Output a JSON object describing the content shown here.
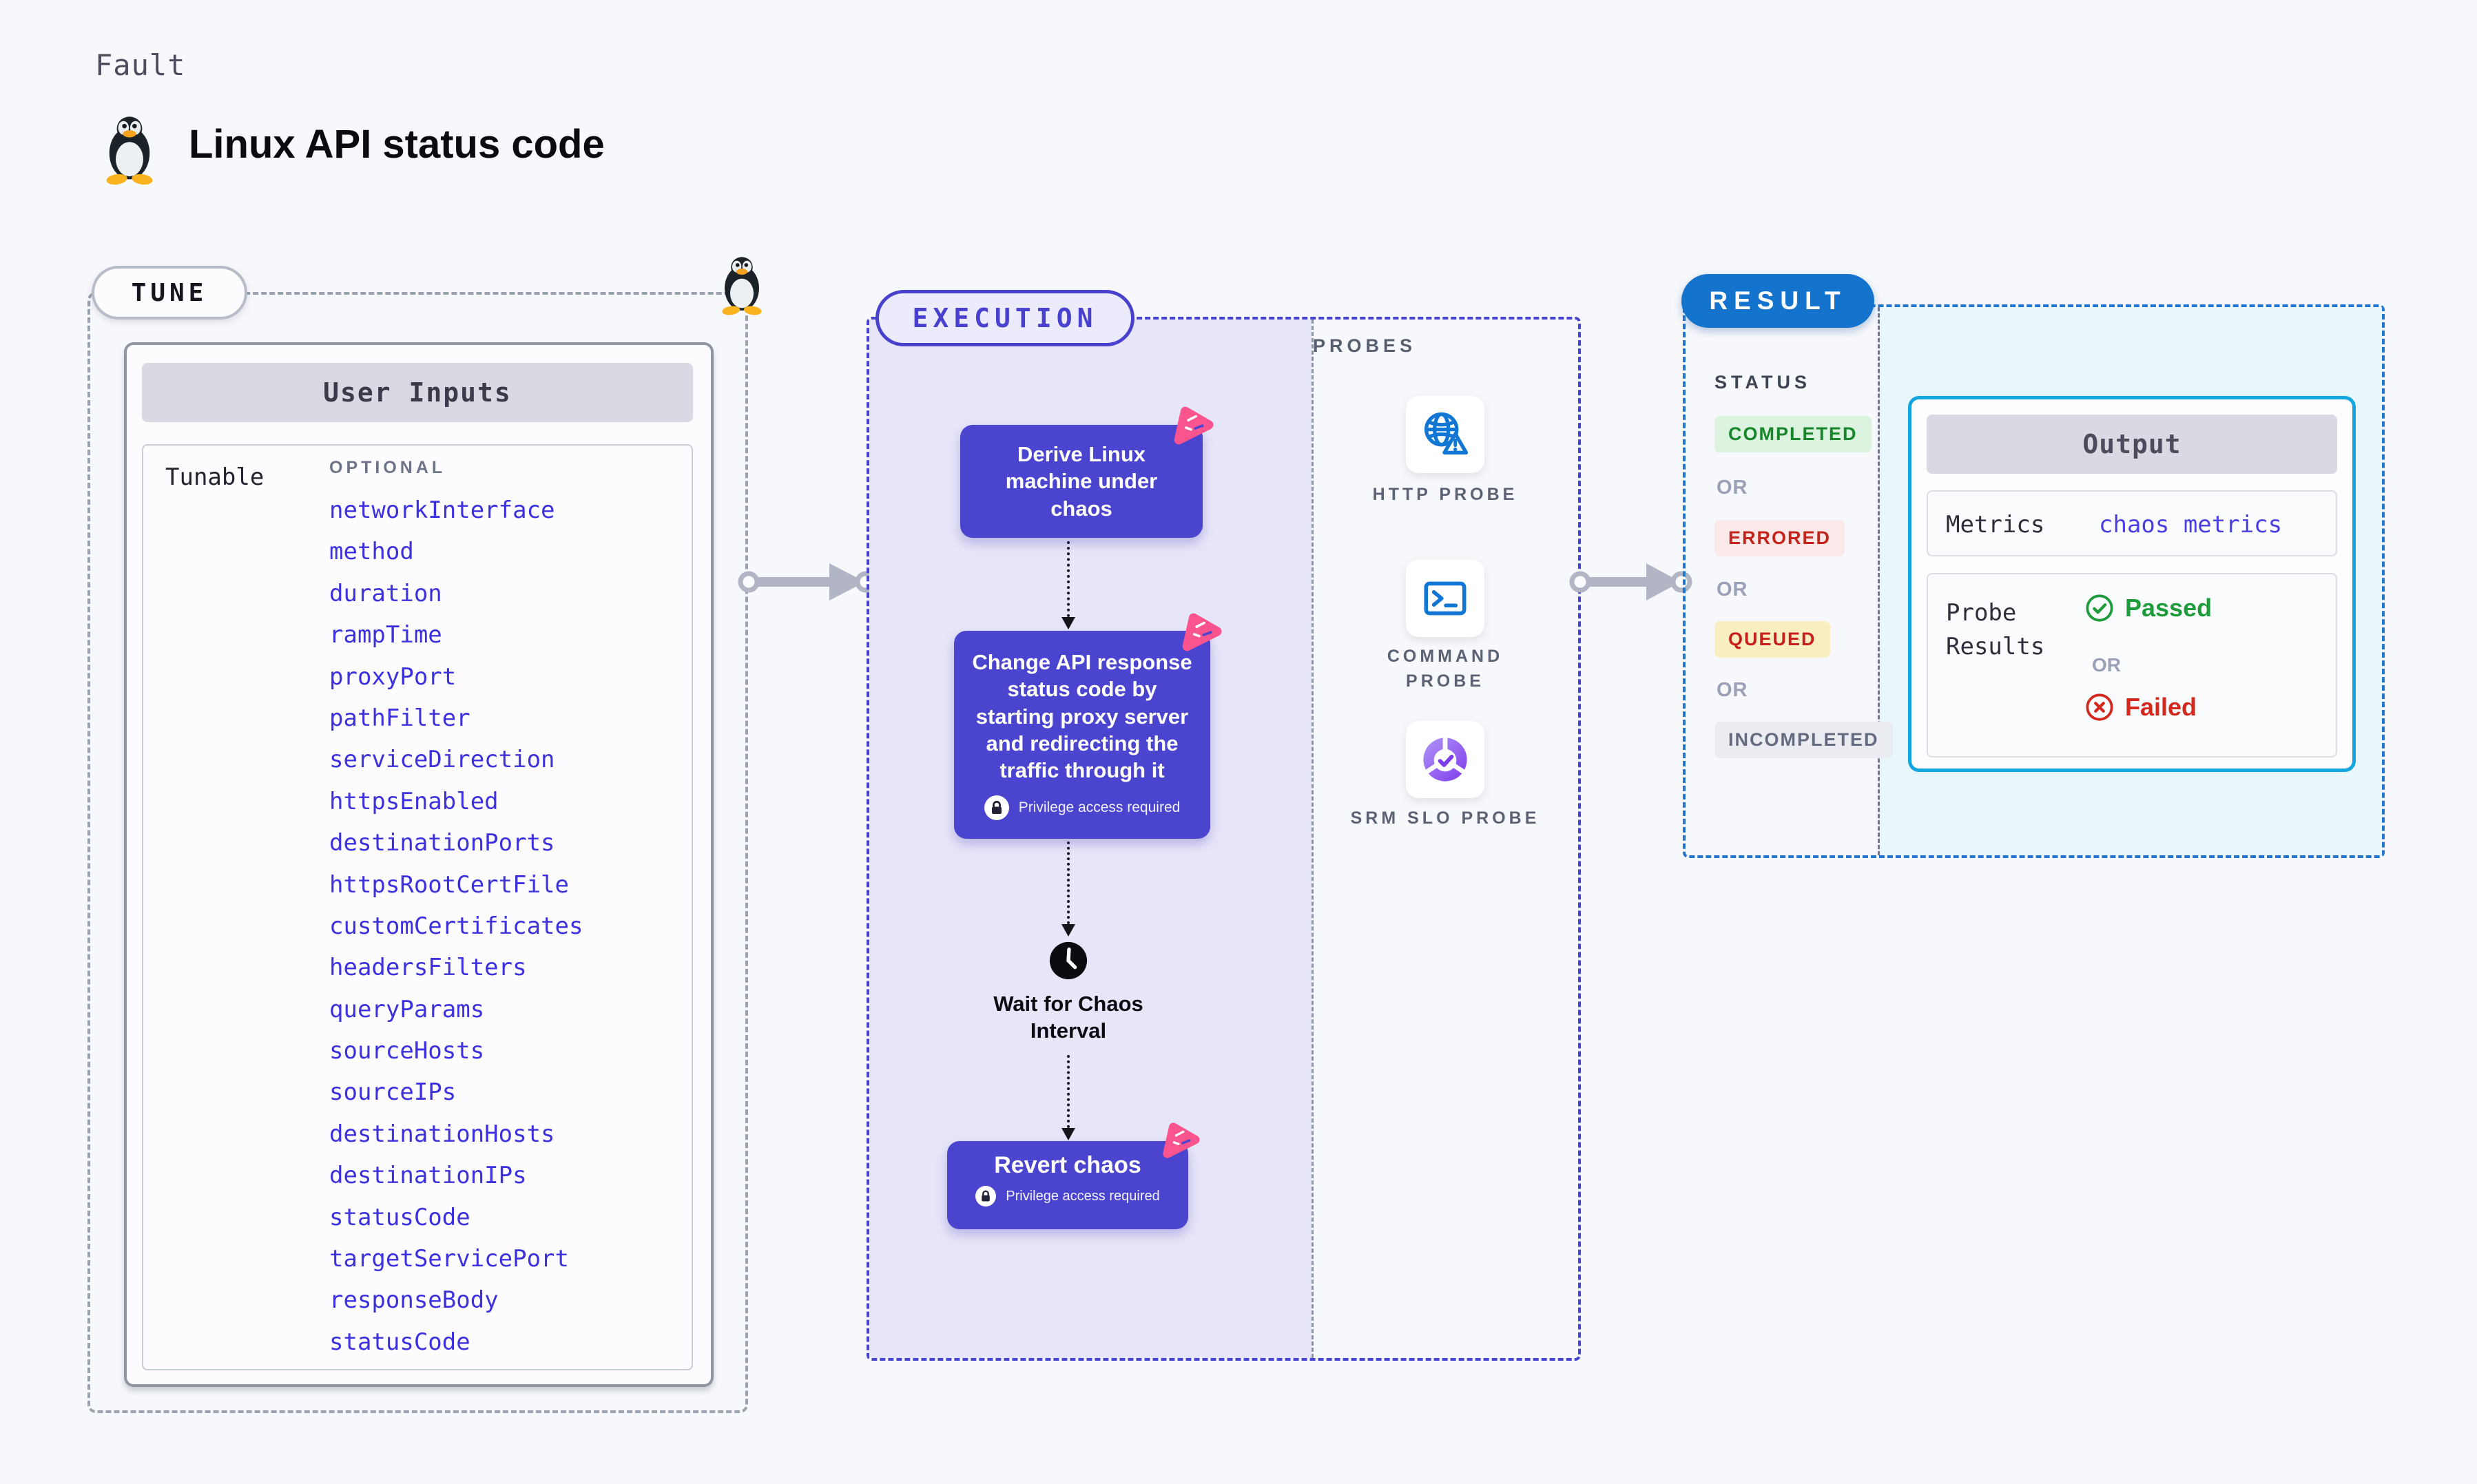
{
  "page": {
    "kicker": "Fault",
    "title": "Linux API status code"
  },
  "tune": {
    "label": "TUNE",
    "card_title": "User Inputs",
    "row_label": "Tunable",
    "column_label": "OPTIONAL",
    "items": [
      "networkInterface",
      "method",
      "duration",
      "rampTime",
      "proxyPort",
      "pathFilter",
      "serviceDirection",
      "httpsEnabled",
      "destinationPorts",
      "httpsRootCertFile",
      "customCertificates",
      "headersFilters",
      "queryParams",
      "sourceHosts",
      "sourceIPs",
      "destinationHosts",
      "destinationIPs",
      "statusCode",
      "targetServicePort",
      "responseBody",
      "statusCode"
    ]
  },
  "execution": {
    "label": "EXECUTION",
    "nodes": {
      "derive": {
        "text": "Derive Linux machine under chaos"
      },
      "inject": {
        "text": "Change API response status code by starting proxy server and redirecting the traffic through it",
        "badge": "Privilege access required"
      },
      "wait": {
        "text": "Wait for Chaos Interval"
      },
      "revert": {
        "text": "Revert chaos",
        "badge": "Privilege access required"
      }
    }
  },
  "probes": {
    "label": "PROBES",
    "items": [
      {
        "name": "HTTP PROBE",
        "icon": "globe-warning-icon"
      },
      {
        "name": "COMMAND PROBE",
        "icon": "terminal-icon"
      },
      {
        "name": "SRM SLO PROBE",
        "icon": "slo-donut-icon"
      }
    ]
  },
  "result": {
    "label": "RESULT",
    "status_label": "STATUS",
    "or_label": "OR",
    "statuses": {
      "completed": "COMPLETED",
      "errored": "ERRORED",
      "queued": "QUEUED",
      "incompleted": "INCOMPLETED"
    },
    "output": {
      "title": "Output",
      "metrics_label": "Metrics",
      "metrics_value": "chaos metrics",
      "probe_results_label": "Probe Results",
      "passed_label": "Passed",
      "failed_label": "Failed"
    }
  },
  "colors": {
    "accent_indigo": "#4A44CE",
    "accent_pink": "#F9548E",
    "execution_panel": "#E7E6F8",
    "result_blue": "#1473CD",
    "output_cyan_border": "#15A6E0",
    "output_cyan_bg": "#E9F6FC",
    "link_blue": "#3D31DD",
    "probe_icon_blue": "#1277D4",
    "completed_green": "#17862B",
    "errored_red": "#C3251D",
    "queued_red_on_amber": "#C5201C",
    "incompleted_gray": "#646B80",
    "passed_green": "#1E9B3A",
    "failed_red": "#D2281E"
  }
}
